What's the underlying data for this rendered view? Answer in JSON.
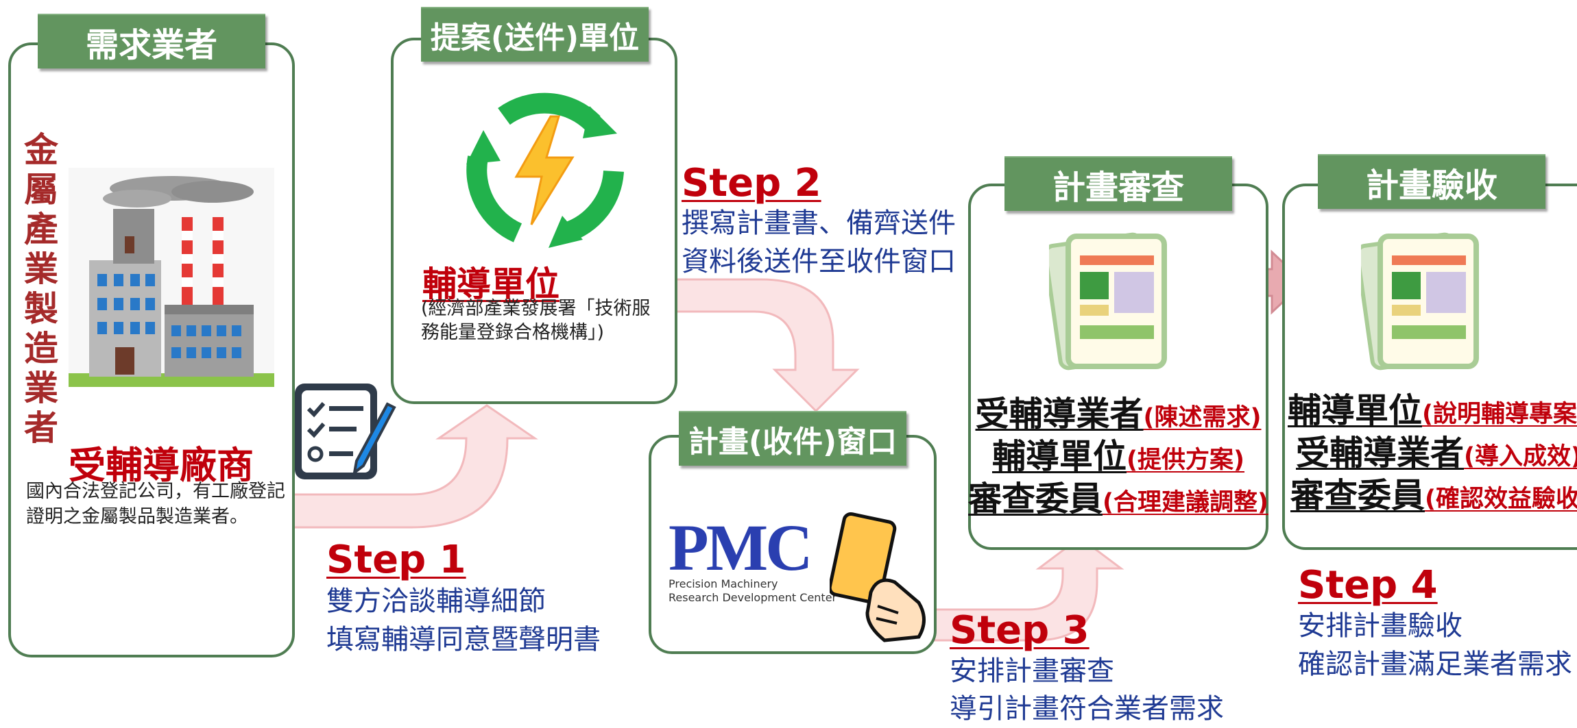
{
  "panels": {
    "demand": {
      "tab": "需求業者",
      "vertical_text": "金屬產業製造業者",
      "title": "受輔導廠商",
      "desc1": "國內合法登記公司，有工廠登記",
      "desc2": "證明之金屬製品製造業者。"
    },
    "proposer": {
      "tab": "提案(送件)單位",
      "title": "輔導單位",
      "desc1": "(經濟部產業發展署「技術服",
      "desc2": "務能量登錄合格機構」)"
    },
    "window": {
      "tab": "計畫(收件)窗口",
      "logo_text": "PMC",
      "logo_line1": "Precision Machinery",
      "logo_line2": "Research Development Center"
    },
    "review": {
      "tab": "計畫審查",
      "roles": [
        {
          "name": "受輔導業者",
          "note": "(陳述需求)"
        },
        {
          "name": "輔導單位",
          "note": "(提供方案)"
        },
        {
          "name": "審查委員",
          "note": "(合理建議調整)"
        }
      ]
    },
    "acceptance": {
      "tab": "計畫驗收",
      "roles": [
        {
          "name": "輔導單位",
          "note": "(說明輔導專案)"
        },
        {
          "name": "受輔導業者",
          "note": "(導入成效)"
        },
        {
          "name": "審查委員",
          "note": "(確認效益驗收)"
        }
      ]
    }
  },
  "steps": [
    {
      "title": "Step 1",
      "line1": "雙方洽談輔導細節",
      "line2": "填寫輔導同意暨聲明書"
    },
    {
      "title": "Step 2",
      "line1": "撰寫計畫書、備齊送件",
      "line2": "資料後送件至收件窗口"
    },
    {
      "title": "Step 3",
      "line1": "安排計畫審查",
      "line2": "導引計畫符合業者需求"
    },
    {
      "title": "Step 4",
      "line1": "安排計畫驗收",
      "line2": "確認計畫滿足業者需求"
    }
  ],
  "colors": {
    "panel_border": "#4f7d52",
    "tab_bg": "#62955f",
    "step_red": "#c0000b",
    "step_blue": "#1f3a93",
    "arrow_fill": "#fbe3e4",
    "arrow_stroke": "#f2b9bc"
  },
  "icons": [
    "factory-icon",
    "checklist-pen-icon",
    "recycle-energy-icon",
    "document-icon",
    "card-hand-icon",
    "pmc-logo",
    "arrow-right-icon"
  ]
}
